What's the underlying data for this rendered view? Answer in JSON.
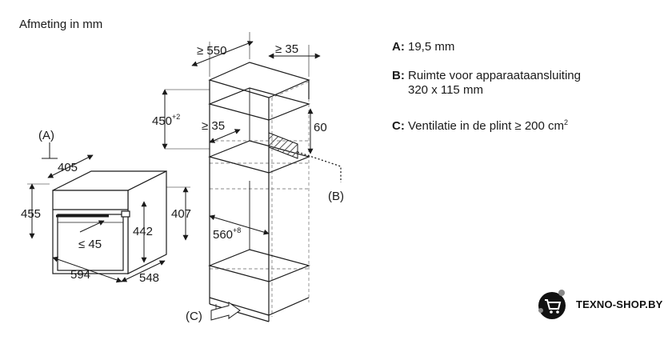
{
  "title": "Afmeting in mm",
  "legend": {
    "a_key": "A:",
    "a_text": "19,5 mm",
    "b_key": "B:",
    "b_text_1": "Ruimte voor apparaataansluiting",
    "b_text_2": "320 x 115 mm",
    "c_key": "C:",
    "c_text": "Ventilatie in de plint ≥ 200 cm",
    "c_sup": "2"
  },
  "dims": {
    "a_marker": "(A)",
    "d405": "405",
    "d455": "455",
    "d442": "442",
    "d407": "407",
    "d594": "594",
    "d548": "548",
    "d45": "≤ 45",
    "d550": "≥ 550",
    "d35_top": "≥ 35",
    "d450": "450",
    "d450_sup": "+2",
    "d35_mid": "≥ 35",
    "d60": "60",
    "b_marker": "(B)",
    "d560": "560",
    "d560_sup": "+8",
    "c_marker": "(C)"
  },
  "brand": {
    "name": "TEXNO-SHOP.BY",
    "icon": "cart-icon"
  },
  "colors": {
    "line": "#1a1a1a",
    "hidden_line": "#8a8a8a",
    "hatch": "#555555"
  }
}
